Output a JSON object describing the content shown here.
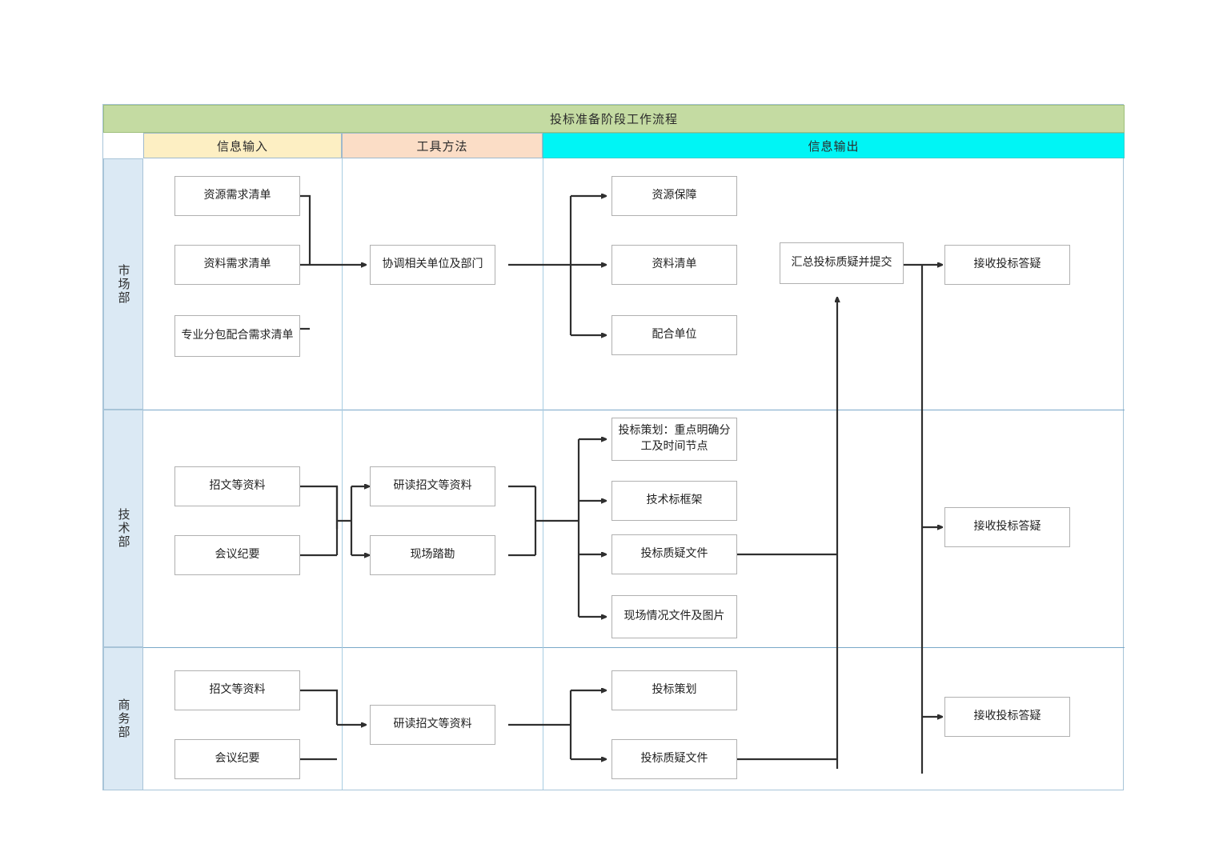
{
  "title": "投标准备阶段工作流程",
  "columns": [
    {
      "key": "input",
      "label": "信息输入",
      "color": "#fdefc3"
    },
    {
      "key": "tools",
      "label": "工具方法",
      "color": "#fbddc6"
    },
    {
      "key": "output",
      "label": "信息输出",
      "color": "#00f5f5"
    }
  ],
  "banner_color": "#c4dba2",
  "dept_color": "#dbe9f4",
  "departments": [
    {
      "label": "市场部"
    },
    {
      "label": "技术部"
    },
    {
      "label": "商务部"
    }
  ],
  "nodes": {
    "r0_in_0": "资源需求清单",
    "r0_in_1": "资料需求清单",
    "r0_in_2": "专业分包配合需求清单",
    "r0_tool_0": "协调相关单位及部门",
    "r0_out_0": "资源保障",
    "r0_out_1": "资料清单",
    "r0_out_2": "配合单位",
    "r0_out_3": "汇总投标质疑并提交",
    "r0_out_4": "接收投标答疑",
    "r1_in_0": "招文等资料",
    "r1_in_1": "会议纪要",
    "r1_tool_0": "研读招文等资料",
    "r1_tool_1": "现场踏勘",
    "r1_out_0": "投标策划：重点明确分工及时间节点",
    "r1_out_1": "技术标框架",
    "r1_out_2": "投标质疑文件",
    "r1_out_3": "现场情况文件及图片",
    "r1_out_4": "接收投标答疑",
    "r2_in_0": "招文等资料",
    "r2_in_1": "会议纪要",
    "r2_tool_0": "研读招文等资料",
    "r2_out_0": "投标策划",
    "r2_out_1": "投标质疑文件",
    "r2_out_2": "接收投标答疑"
  },
  "chart_data": {
    "type": "diagram",
    "title": "投标准备阶段工作流程",
    "swimlane_axis": "department",
    "column_axis": "stage",
    "stages": [
      "信息输入",
      "工具方法",
      "信息输出"
    ],
    "lanes": [
      {
        "department": "市场部",
        "input": [
          "资源需求清单",
          "资料需求清单",
          "专业分包配合需求清单"
        ],
        "tools": [
          "协调相关单位及部门"
        ],
        "output": [
          "资源保障",
          "资料清单",
          "配合单位",
          "汇总投标质疑并提交",
          "接收投标答疑"
        ]
      },
      {
        "department": "技术部",
        "input": [
          "招文等资料",
          "会议纪要"
        ],
        "tools": [
          "研读招文等资料",
          "现场踏勘"
        ],
        "output": [
          "投标策划：重点明确分工及时间节点",
          "技术标框架",
          "投标质疑文件",
          "现场情况文件及图片",
          "接收投标答疑"
        ]
      },
      {
        "department": "商务部",
        "input": [
          "招文等资料",
          "会议纪要"
        ],
        "tools": [
          "研读招文等资料"
        ],
        "output": [
          "投标策划",
          "投标质疑文件",
          "接收投标答疑"
        ]
      }
    ],
    "edges": [
      {
        "from": "资源需求清单",
        "to": "协调相关单位及部门",
        "lane": "市场部"
      },
      {
        "from": "资料需求清单",
        "to": "协调相关单位及部门",
        "lane": "市场部"
      },
      {
        "from": "专业分包配合需求清单",
        "to": "协调相关单位及部门",
        "lane": "市场部"
      },
      {
        "from": "协调相关单位及部门",
        "to": "资源保障",
        "lane": "市场部"
      },
      {
        "from": "协调相关单位及部门",
        "to": "资料清单",
        "lane": "市场部"
      },
      {
        "from": "协调相关单位及部门",
        "to": "配合单位",
        "lane": "市场部"
      },
      {
        "from": "汇总投标质疑并提交",
        "to": "接收投标答疑",
        "lane": "市场部"
      },
      {
        "from": "招文等资料",
        "to": "研读招文等资料",
        "lane": "技术部"
      },
      {
        "from": "会议纪要",
        "to": "研读招文等资料",
        "lane": "技术部"
      },
      {
        "from": "招文等资料",
        "to": "现场踏勘",
        "lane": "技术部"
      },
      {
        "from": "会议纪要",
        "to": "现场踏勘",
        "lane": "技术部"
      },
      {
        "from": "研读招文等资料",
        "to": "投标策划：重点明确分工及时间节点",
        "lane": "技术部"
      },
      {
        "from": "研读招文等资料",
        "to": "技术标框架",
        "lane": "技术部"
      },
      {
        "from": "研读招文等资料",
        "to": "投标质疑文件",
        "lane": "技术部"
      },
      {
        "from": "现场踏勘",
        "to": "现场情况文件及图片",
        "lane": "技术部"
      },
      {
        "from": "投标质疑文件",
        "to": "汇总投标质疑并提交",
        "lane": "技术部",
        "cross_lane": true
      },
      {
        "from": "接收投标答疑",
        "to": "接收投标答疑",
        "lane": "技术部",
        "cross_lane": true
      },
      {
        "from": "招文等资料",
        "to": "研读招文等资料",
        "lane": "商务部"
      },
      {
        "from": "会议纪要",
        "to": "研读招文等资料",
        "lane": "商务部"
      },
      {
        "from": "研读招文等资料",
        "to": "投标策划",
        "lane": "商务部"
      },
      {
        "from": "研读招文等资料",
        "to": "投标质疑文件",
        "lane": "商务部"
      },
      {
        "from": "投标质疑文件",
        "to": "汇总投标质疑并提交",
        "lane": "商务部",
        "cross_lane": true
      },
      {
        "from": "接收投标答疑",
        "to": "接收投标答疑",
        "lane": "商务部",
        "cross_lane": true
      }
    ]
  }
}
